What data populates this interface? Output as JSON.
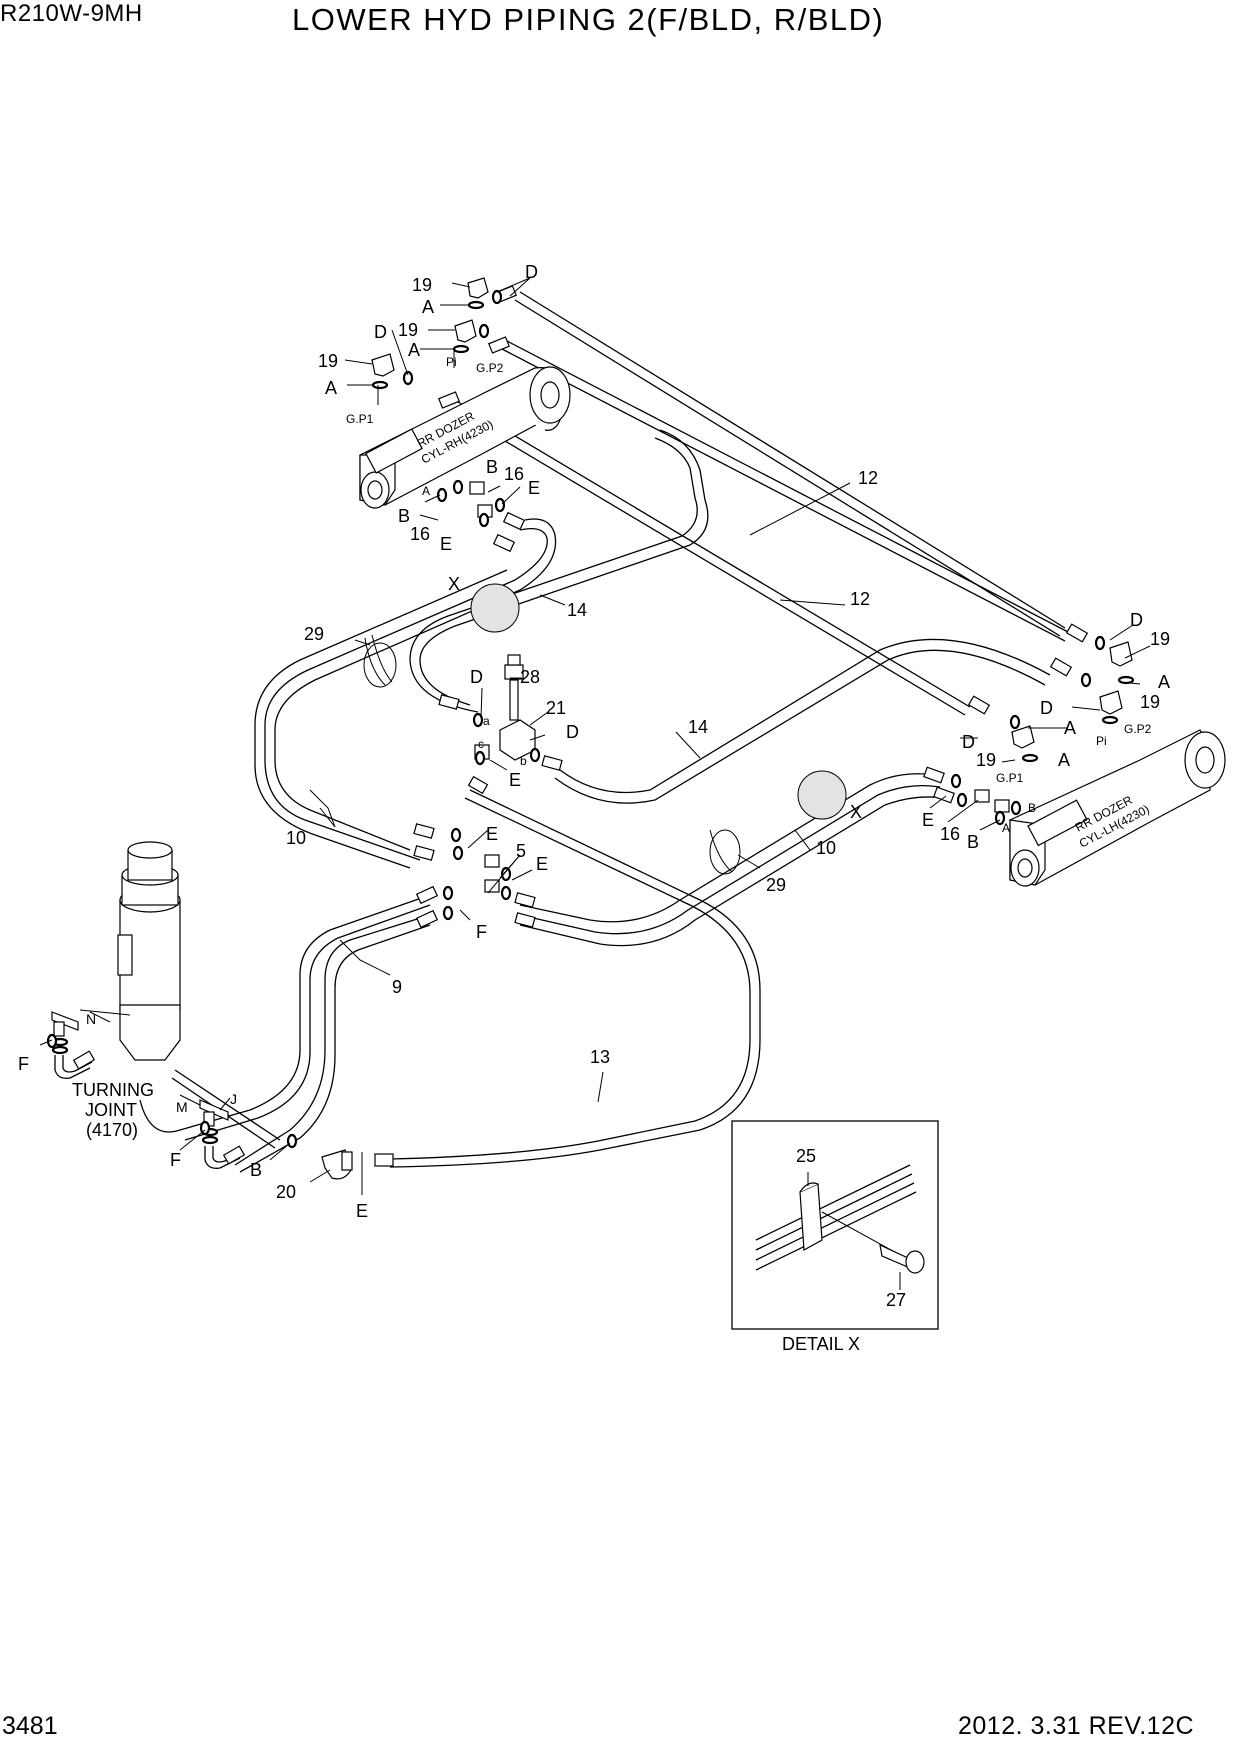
{
  "header": {
    "model": "R210W-9MH",
    "title": "LOWER HYD PIPING 2(F/BLD, R/BLD)"
  },
  "footer": {
    "page_number": "3481",
    "date_revision": "2012. 3.31  REV.12C"
  },
  "components": {
    "cyl_rh_line1": "RR DOZER",
    "cyl_rh_line2": "CYL-RH(4230)",
    "cyl_lh_line1": "RR DOZER",
    "cyl_lh_line2": "CYL-LH(4230)",
    "turning_joint_line1": "TURNING",
    "turning_joint_line2": "JOINT",
    "turning_joint_line3": "(4170)",
    "detail_caption": "DETAIL  X"
  },
  "callouts": {
    "n19": "19",
    "n16": "16",
    "n12": "12",
    "n14": "14",
    "n28": "28",
    "n21": "21",
    "n10": "10",
    "n29": "29",
    "n5": "5",
    "n9": "9",
    "n13": "13",
    "n20": "20",
    "n25": "25",
    "n27": "27",
    "A": "A",
    "B": "B",
    "D": "D",
    "E": "E",
    "F": "F",
    "X": "X",
    "Pi": "Pi",
    "GP1": "G.P1",
    "GP2": "G.P2",
    "a": "a",
    "b": "b",
    "c": "c",
    "N": "N",
    "M": "M",
    "J": "J"
  }
}
